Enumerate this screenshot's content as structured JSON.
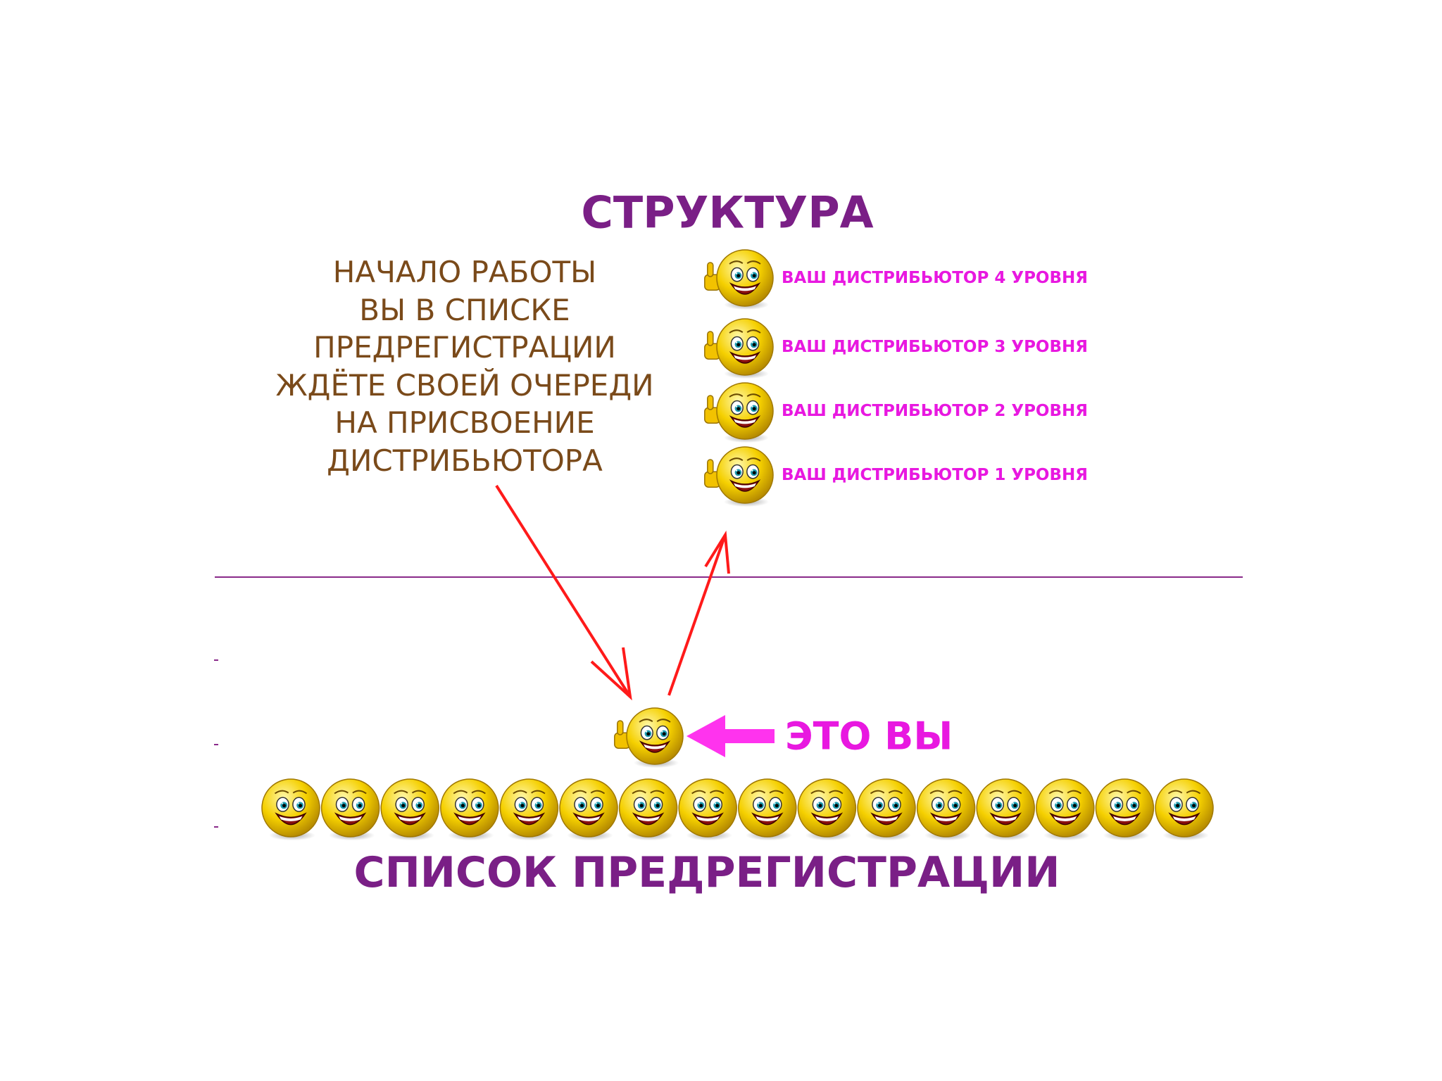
{
  "structure_title": "СТРУКТУРА",
  "intro_lines": [
    "НАЧАЛО РАБОТЫ",
    "ВЫ В СПИСКЕ",
    "ПРЕДРЕГИСТРАЦИИ",
    "ЖДЁТЕ СВОЕЙ ОЧЕРЕДИ",
    "НА ПРИСВОЕНИЕ",
    "ДИСТРИБЬЮТОРА"
  ],
  "levels": [
    "ВАШ ДИСТРИБЬЮТОР 4 УРОВНЯ",
    "ВАШ ДИСТРИБЬЮТОР 3 УРОВНЯ",
    "ВАШ ДИСТРИБЬЮТОР 2 УРОВНЯ",
    "ВАШ ДИСТРИБЬЮТОР 1 УРОВНЯ"
  ],
  "you_label": "ЭТО ВЫ",
  "list_title": "СПИСОК ПРЕДРЕГИСТРАЦИИ",
  "queue_count": 16,
  "colors": {
    "title": "#7a1f86",
    "intro_text": "#7a4a1a",
    "level_text": "#e818e0",
    "you_text": "#e818e0",
    "you_arrow": "#ff33ee",
    "red_arrow": "#ff1a1a",
    "divider": "#8a2a8a",
    "smiley_face": "#f5d000"
  },
  "icons": {
    "smiley": "smiley-face-icon",
    "thumbs_up_smiley": "thumbs-up-smiley-icon"
  }
}
